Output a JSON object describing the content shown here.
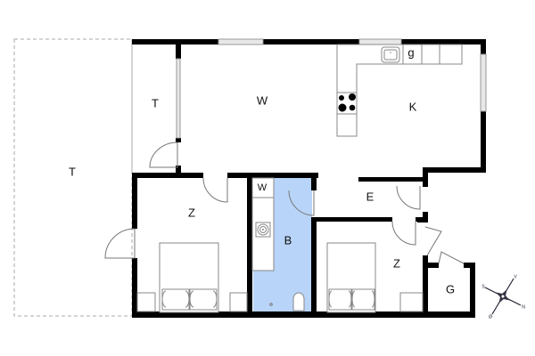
{
  "floorplan": {
    "rooms": [
      {
        "id": "terrace-outdoor",
        "label": "T",
        "meaning": "terrace"
      },
      {
        "id": "terrace-covered",
        "label": "T",
        "meaning": "terrace"
      },
      {
        "id": "living-room",
        "label": "W"
      },
      {
        "id": "kitchen",
        "label": "K"
      },
      {
        "id": "kitchen-appliance",
        "label": "g"
      },
      {
        "id": "bedroom-left",
        "label": "Z"
      },
      {
        "id": "laundry",
        "label": "W"
      },
      {
        "id": "bathroom",
        "label": "B"
      },
      {
        "id": "entrance",
        "label": "E"
      },
      {
        "id": "bedroom-right",
        "label": "Z"
      },
      {
        "id": "storage",
        "label": "G"
      }
    ],
    "compass": {
      "labels": {
        "top_right": "V",
        "top_left": "S",
        "bottom_right": "N",
        "bottom_left": "Ø"
      }
    },
    "colors": {
      "wall": "#000000",
      "bathroom_fill": "#b8d4f8",
      "window": "#e8e8e8",
      "dashed_outline": "#aaaaaa"
    }
  }
}
